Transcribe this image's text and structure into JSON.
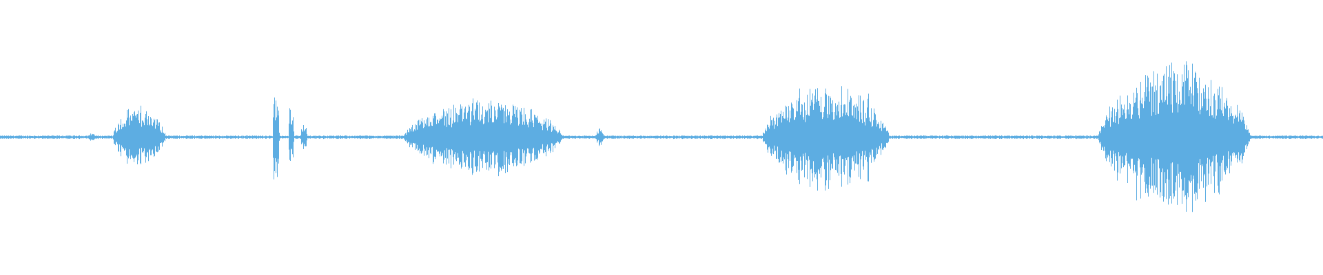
{
  "waveform": {
    "color": "#5dade2",
    "amplitude_scale": "linear",
    "baseline_noise": 0.008,
    "segments": [
      {
        "start": 0.066,
        "end": 0.072,
        "peak": 0.04
      },
      {
        "start": 0.085,
        "end": 0.125,
        "peak": 0.26
      },
      {
        "start": 0.206,
        "end": 0.211,
        "peak": 0.42
      },
      {
        "start": 0.218,
        "end": 0.222,
        "peak": 0.28
      },
      {
        "start": 0.227,
        "end": 0.232,
        "peak": 0.12
      },
      {
        "start": 0.305,
        "end": 0.425,
        "peak": 0.32
      },
      {
        "start": 0.45,
        "end": 0.456,
        "peak": 0.08
      },
      {
        "start": 0.576,
        "end": 0.672,
        "peak": 0.45
      },
      {
        "start": 0.83,
        "end": 0.945,
        "peak": 0.62
      }
    ],
    "spikes": [
      {
        "pos": 0.207,
        "peak": 0.42
      },
      {
        "pos": 0.219,
        "peak": 0.28
      },
      {
        "pos": 0.371,
        "peak": 0.34
      },
      {
        "pos": 0.642,
        "peak": 0.46
      },
      {
        "pos": 0.656,
        "peak": 0.48
      },
      {
        "pos": 0.901,
        "peak": 0.62
      },
      {
        "pos": 0.913,
        "peak": 0.3
      }
    ]
  }
}
